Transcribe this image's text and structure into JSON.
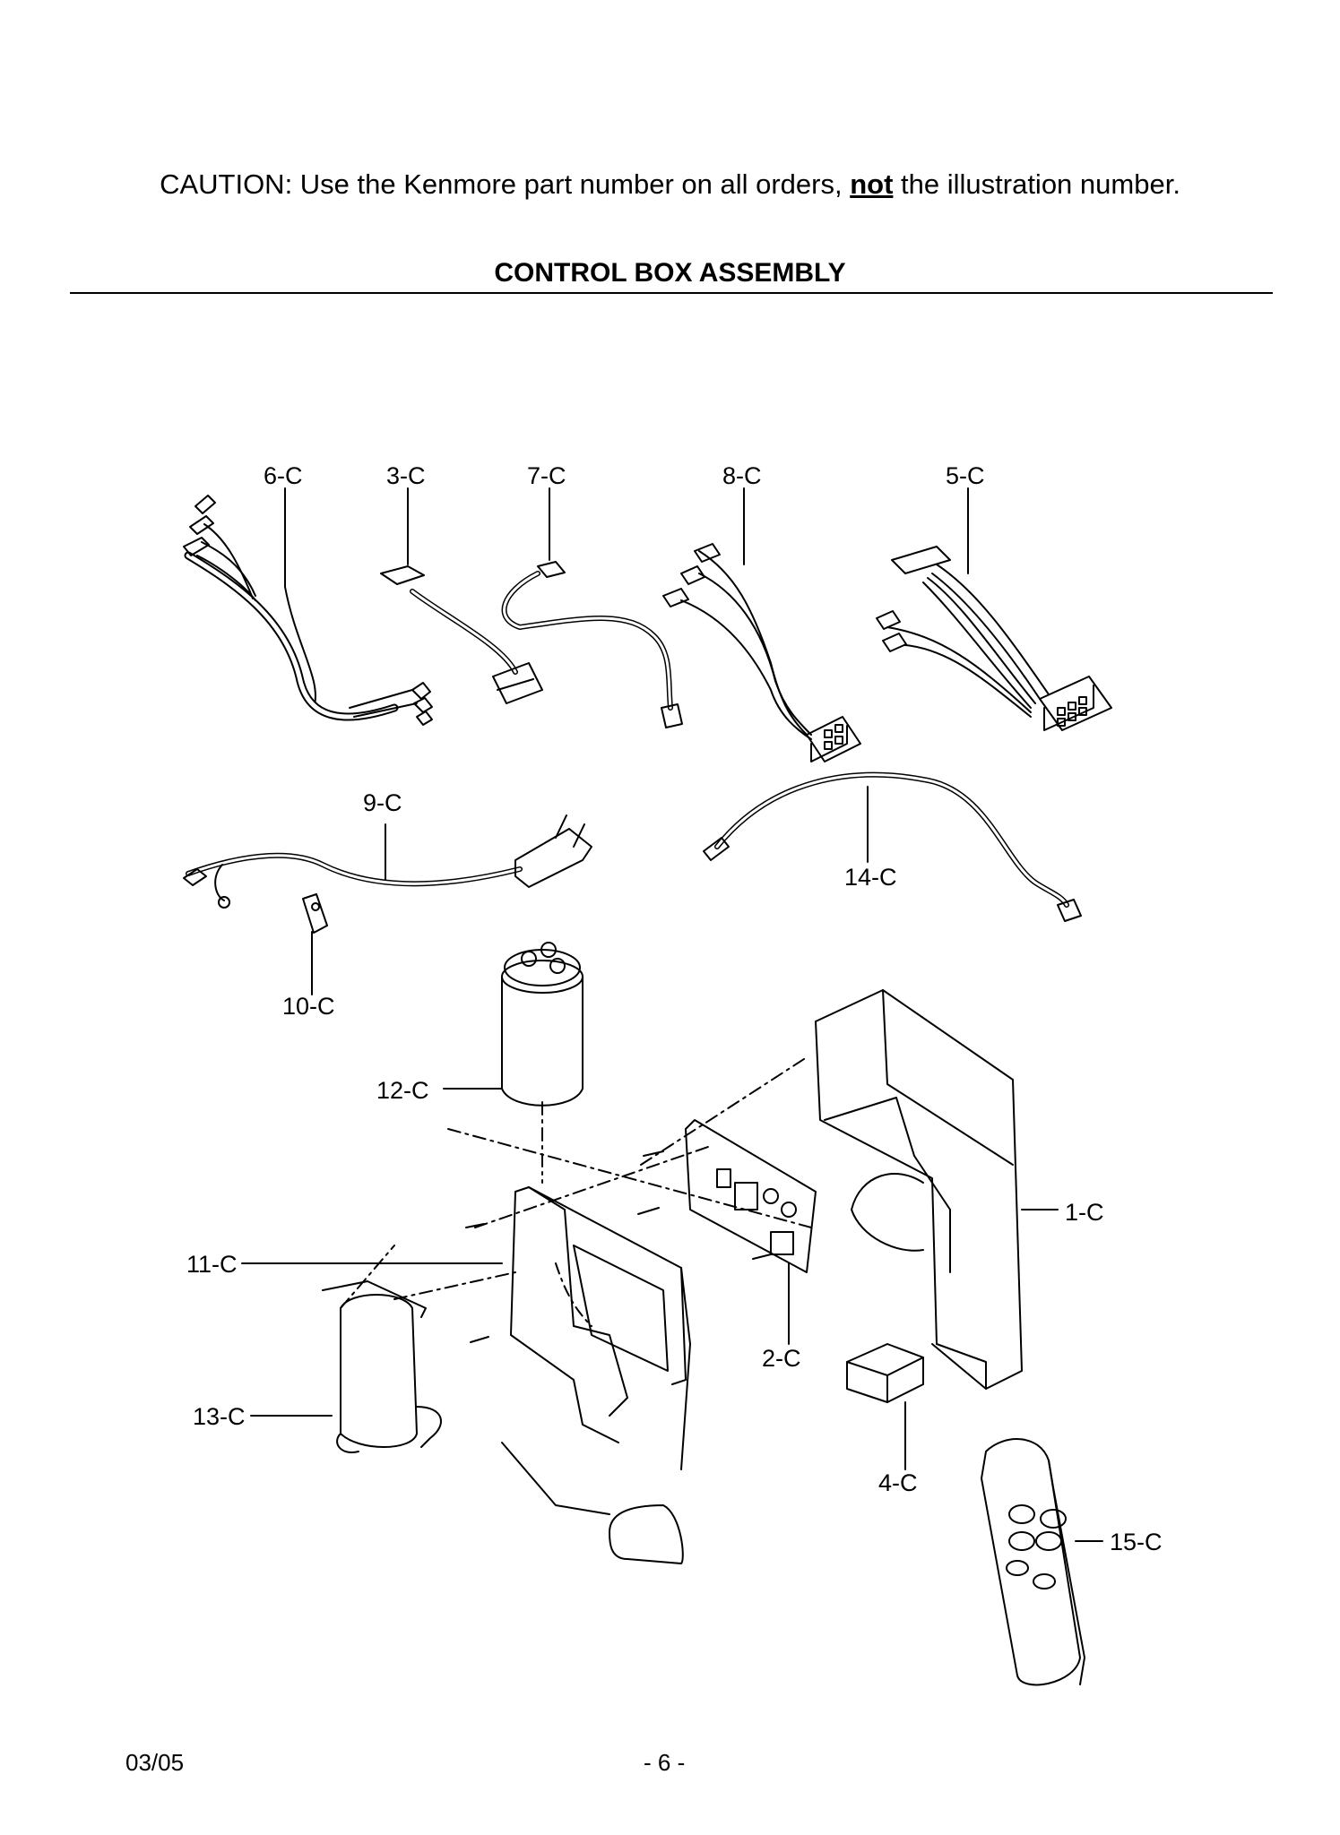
{
  "header": {
    "caution_prefix": "CAUTION: Use the Kenmore part number on all orders, ",
    "caution_emphasis": "not",
    "caution_suffix": " the illustration number.",
    "section_title": "CONTROL BOX ASSEMBLY"
  },
  "parts": {
    "p1": "1-C",
    "p2": "2-C",
    "p3": "3-C",
    "p4": "4-C",
    "p5": "5-C",
    "p6": "6-C",
    "p7": "7-C",
    "p8": "8-C",
    "p9": "9-C",
    "p10": "10-C",
    "p11": "11-C",
    "p12": "12-C",
    "p13": "13-C",
    "p14": "14-C",
    "p15": "15-C"
  },
  "footer": {
    "date": "03/05",
    "page": "- 6 -"
  }
}
